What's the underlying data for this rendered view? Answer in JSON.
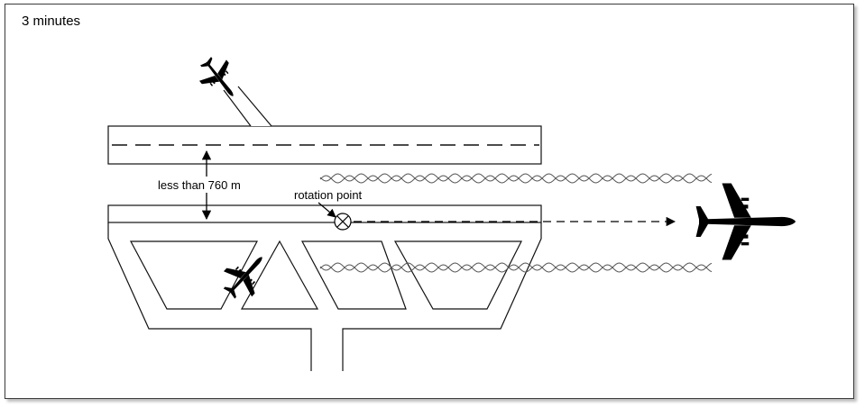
{
  "figure": {
    "title": "3 minutes",
    "labels": {
      "separation": "less than 760 m",
      "rotation_point": "rotation point"
    },
    "colors": {
      "line": "#111111",
      "aircraft": "#000000",
      "background": "#ffffff"
    },
    "icons": [
      "airplane-icon",
      "rotation-point-marker-icon",
      "wake-turbulence-icon"
    ]
  }
}
